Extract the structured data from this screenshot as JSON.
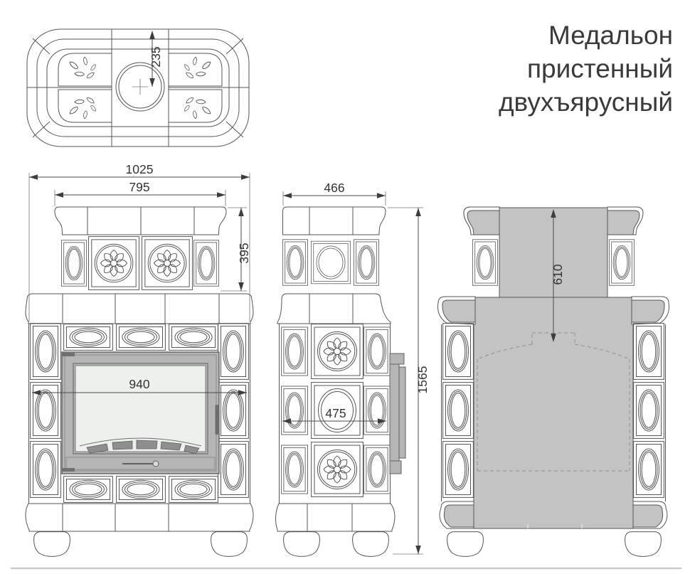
{
  "title": {
    "line1": "Медальон",
    "line2": "пристенный",
    "line3": "двухъярусный"
  },
  "dims": {
    "flue_center_offset": "235",
    "overall_width": "1025",
    "upper_tier_width": "795",
    "upper_tier_height": "395",
    "firebox_width": "940",
    "depth": "466",
    "lower_depth": "475",
    "overall_height": "1565",
    "upper_rear_height": "610"
  },
  "colors": {
    "line": "#555555",
    "dimension": "#4a4a4a",
    "rear_fill": "#c3c3c3",
    "door_frame": "#6b6b6b",
    "door_face": "#b5b5b5",
    "door_glass": "#eef0ee",
    "door_vents": "#8e8e8e",
    "ground_line": "#c7cbce",
    "title_text": "#3a3a3a"
  }
}
